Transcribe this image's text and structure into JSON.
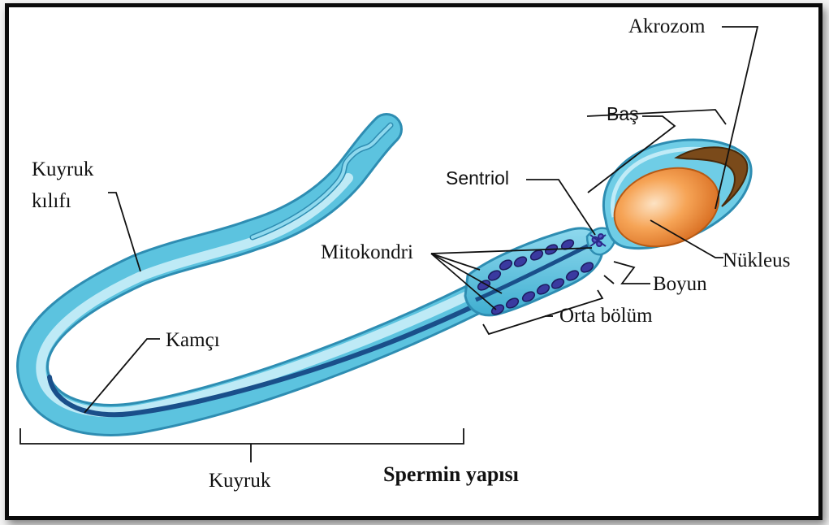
{
  "diagram": {
    "caption": "Spermin yapısı",
    "labels": {
      "akrozom": "Akrozom",
      "bas": "Baş",
      "sentriol": "Sentriol",
      "nukleus": "Nükleus",
      "mitokondri": "Mitokondri",
      "boyun": "Boyun",
      "orta_bolum": "Orta bölüm",
      "kuyruk_kilifi_line1": "Kuyruk",
      "kuyruk_kilifi_line2": "kılıfı",
      "kamci": "Kamçı",
      "kuyruk": "Kuyruk"
    },
    "colors": {
      "sheath": "#5cc3df",
      "sheath_light": "#c9eef8",
      "axoneme": "#1a4f8a",
      "mitochondria": "#3a3aa0",
      "nucleus": "#f08a2a",
      "acrosome": "#7a4a1a"
    }
  }
}
